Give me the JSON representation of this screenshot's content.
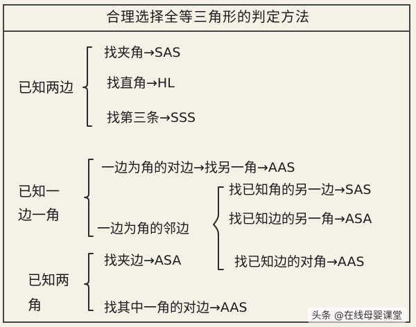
{
  "title": "合理选择全等三角形的判定方法",
  "sections": [
    {
      "label_lines": [
        "已知两边"
      ],
      "items": [
        "找夹角→SAS",
        "找直角→HL",
        "找第三条→SSS"
      ]
    },
    {
      "label_lines": [
        "已知一",
        "边一角"
      ],
      "items": [
        "一边为角的对边→找另一角→AAS",
        "一边为角的邻边"
      ],
      "sub_items": [
        "找已知角的另一边→SAS",
        "找已知边的另一角→ASA",
        "找已知边的对角→AAS"
      ]
    },
    {
      "label_lines": [
        "已知两",
        "角"
      ],
      "items": [
        "找夹边→ASA",
        "找其中一角的对边→AAS"
      ]
    }
  ],
  "watermark": "头条 @在线母婴课堂"
}
